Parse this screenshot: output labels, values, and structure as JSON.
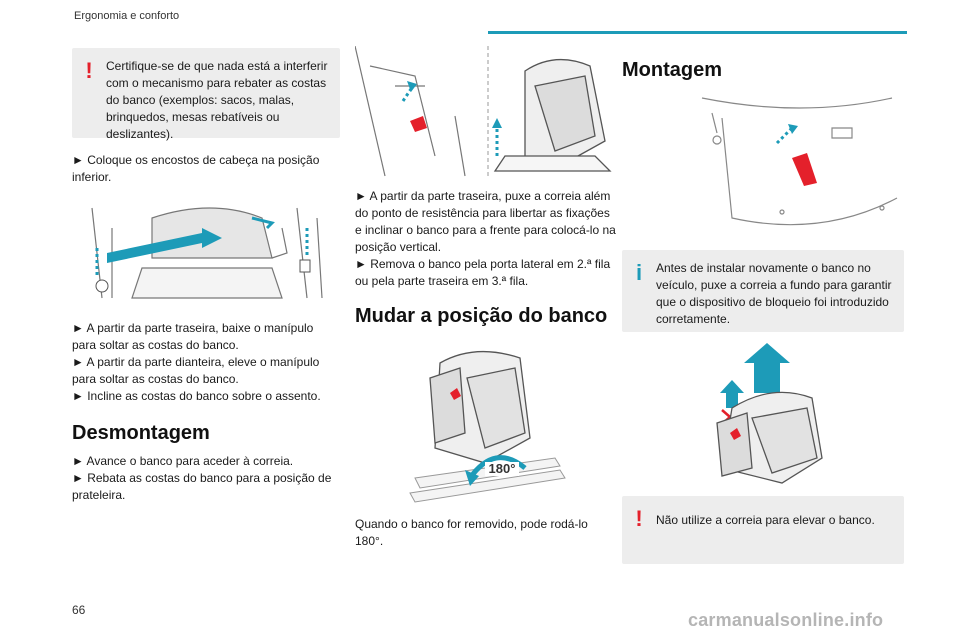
{
  "header": {
    "title": "Ergonomia e conforto"
  },
  "col1": {
    "warning1": "Certifique-se de que nada está a interferir com o mecanismo para rebater as costas do banco (exemplos: sacos, malas, brinquedos, mesas rebatíveis ou deslizantes).",
    "step_headrests": "► Coloque os encostos de cabeça na posição inferior.",
    "step_rear": "► A partir da parte traseira, baixe o manípulo para soltar as costas do banco.",
    "step_front": "► A partir da parte dianteira, eleve o manípulo para soltar as costas do banco.",
    "step_incline": "► Incline as costas do banco sobre o assento.",
    "section_title": "Desmontagem",
    "step_advance": "► Avance o banco para aceder à correia.",
    "step_fold": "► Rebata as costas do banco para a posição de prateleira."
  },
  "col2": {
    "step_pull": "► A partir da parte traseira, puxe a correia além do ponto de resistência para libertar as fixações e inclinar o banco para a frente para colocá-lo na posição vertical.",
    "step_remove": "► Remova o banco pela porta lateral em 2.ª fila ou pela parte traseira em 3.ª fila.",
    "section_title": "Mudar a posição do banco",
    "rotate_label": "180°",
    "note": "Quando o banco for removido, pode rodá-lo 180°."
  },
  "col3": {
    "section_title": "Montagem",
    "info": "Antes de instalar novamente o banco no veículo, puxe a correia a fundo para garantir que o dispositivo de bloqueio foi introduzido corretamente.",
    "warning2": "Não utilize a correia para elevar o banco."
  },
  "footer": {
    "page_number": "66",
    "watermark": "carmanualsonline.info"
  },
  "colors": {
    "accent": "#1d9bb8",
    "warning": "#e4202b",
    "box_bg": "#ededed"
  }
}
